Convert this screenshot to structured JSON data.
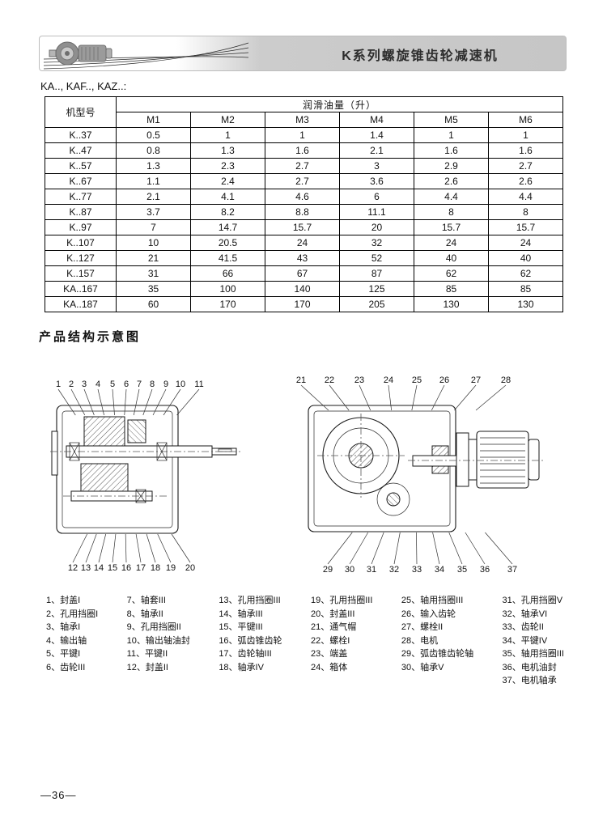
{
  "banner": {
    "title": "K系列螺旋锥齿轮减速机"
  },
  "series_label": "KA..,  KAF..,  KAZ..:",
  "table": {
    "model_header": "机型号",
    "group_header": "润滑油量（升）",
    "columns": [
      "M1",
      "M2",
      "M3",
      "M4",
      "M5",
      "M6"
    ],
    "rows": [
      {
        "model": "K..37",
        "values": [
          "0.5",
          "1",
          "1",
          "1.4",
          "1",
          "1"
        ]
      },
      {
        "model": "K..47",
        "values": [
          "0.8",
          "1.3",
          "1.6",
          "2.1",
          "1.6",
          "1.6"
        ]
      },
      {
        "model": "K..57",
        "values": [
          "1.3",
          "2.3",
          "2.7",
          "3",
          "2.9",
          "2.7"
        ]
      },
      {
        "model": "K..67",
        "values": [
          "1.1",
          "2.4",
          "2.7",
          "3.6",
          "2.6",
          "2.6"
        ]
      },
      {
        "model": "K..77",
        "values": [
          "2.1",
          "4.1",
          "4.6",
          "6",
          "4.4",
          "4.4"
        ]
      },
      {
        "model": "K..87",
        "values": [
          "3.7",
          "8.2",
          "8.8",
          "11.1",
          "8",
          "8"
        ]
      },
      {
        "model": "K..97",
        "values": [
          "7",
          "14.7",
          "15.7",
          "20",
          "15.7",
          "15.7"
        ]
      },
      {
        "model": "K..107",
        "values": [
          "10",
          "20.5",
          "24",
          "32",
          "24",
          "24"
        ]
      },
      {
        "model": "K..127",
        "values": [
          "21",
          "41.5",
          "43",
          "52",
          "40",
          "40"
        ]
      },
      {
        "model": "K..157",
        "values": [
          "31",
          "66",
          "67",
          "87",
          "62",
          "62"
        ]
      },
      {
        "model": "KA..167",
        "values": [
          "35",
          "100",
          "140",
          "125",
          "85",
          "85"
        ]
      },
      {
        "model": "KA..187",
        "values": [
          "60",
          "170",
          "170",
          "205",
          "130",
          "130"
        ]
      }
    ]
  },
  "section_title": "产品结构示意图",
  "diagram": {
    "left_top_callouts": [
      "1",
      "2",
      "3",
      "4",
      "5",
      "6",
      "7",
      "8",
      "9",
      "10",
      "11"
    ],
    "left_bottom_callouts": [
      "12",
      "13",
      "14",
      "15",
      "16",
      "17",
      "18",
      "19",
      "20"
    ],
    "right_top_callouts": [
      "21",
      "22",
      "23",
      "24",
      "25",
      "26",
      "27",
      "28"
    ],
    "right_bottom_callouts": [
      "29",
      "30",
      "31",
      "32",
      "33",
      "34",
      "35",
      "36",
      "37"
    ]
  },
  "parts": [
    [
      "1、封盖I",
      "2、孔用挡圈I",
      "3、轴承I",
      "4、输出轴",
      "5、平键I",
      "6、齿轮III"
    ],
    [
      "7、轴套III",
      "8、轴承II",
      "9、孔用挡圈II",
      "10、输出轴油封",
      "11、平键II",
      "12、封盖II"
    ],
    [
      "13、孔用挡圈III",
      "14、轴承III",
      "15、平键III",
      "16、弧齿锥齿轮",
      "17、齿轮轴III",
      "18、轴承IV"
    ],
    [
      "19、孔用挡圈III",
      "20、封盖III",
      "21、通气帽",
      "22、螺栓I",
      "23、端盖",
      "24、箱体"
    ],
    [
      "25、轴用挡圈III",
      "26、输入齿轮",
      "27、螺栓II",
      "28、电机",
      "29、弧齿锥齿轮轴",
      "30、轴承V"
    ],
    [
      "31、孔用挡圈V",
      "32、轴承VI",
      "33、齿轮II",
      "34、平键IV",
      "35、轴用挡圈III",
      "36、电机油封",
      "37、电机轴承"
    ]
  ],
  "page_number": "—36—"
}
